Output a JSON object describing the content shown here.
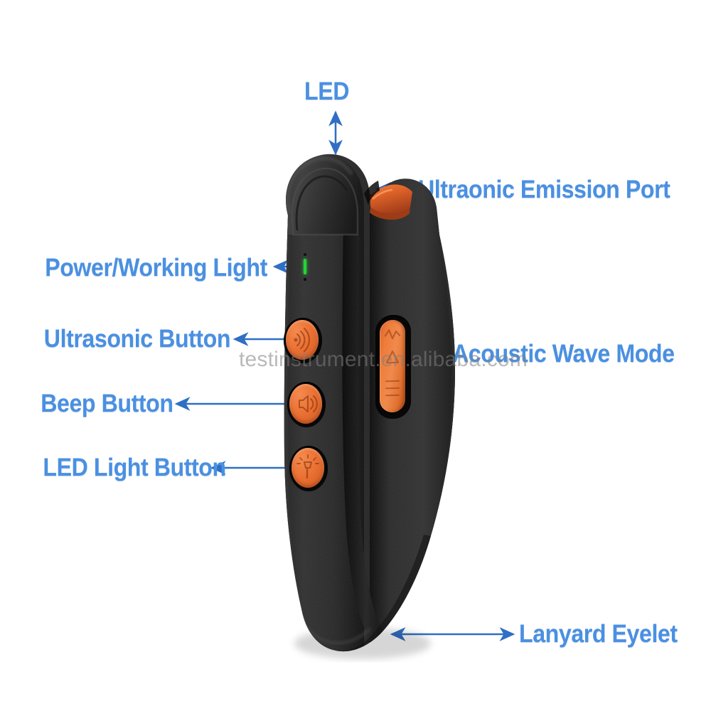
{
  "diagram": {
    "title": "Ultrasonic handheld device annotated parts diagram",
    "accent_color": "#4a90e2",
    "arrow_color": "#2f6fc4",
    "body_color": "#1c1c1c",
    "port_color": "#e2662a",
    "led_color": "#25d435"
  },
  "watermark": {
    "text": "testinstrument.en.alibaba.com",
    "color": "#808080"
  },
  "callouts": [
    {
      "id": "led",
      "label": "LED",
      "position": "top",
      "arrow": "double-vertical",
      "points_to": "led-dome-top"
    },
    {
      "id": "ultrasonic-emission-port",
      "label": "Ultraonic Emission Port",
      "position": "right",
      "arrow": "double-horizontal",
      "points_to": "emission-port"
    },
    {
      "id": "power-working-light",
      "label": "Power/Working Light",
      "position": "left",
      "arrow": "double-horizontal",
      "points_to": "power-led-indicator"
    },
    {
      "id": "ultrasonic-button",
      "label": "Ultrasonic Button",
      "position": "left",
      "arrow": "double-horizontal",
      "points_to": "button-ultrasonic"
    },
    {
      "id": "acoustic-wave-mode",
      "label": "Acoustic Wave Mode",
      "position": "right",
      "arrow": "double-horizontal",
      "points_to": "side-rocker-switch"
    },
    {
      "id": "beep-button",
      "label": "Beep Button",
      "position": "left",
      "arrow": "double-horizontal",
      "points_to": "button-beep"
    },
    {
      "id": "led-light-button",
      "label": "LED Light Button",
      "position": "left",
      "arrow": "double-horizontal",
      "points_to": "button-led-light"
    },
    {
      "id": "lanyard-eyelet",
      "label": "Lanyard Eyelet",
      "position": "bottom-right",
      "arrow": "double-horizontal",
      "points_to": "device-bottom-edge"
    }
  ],
  "device": {
    "name": "ultrasonic-dog-repeller",
    "buttons": [
      {
        "id": "button-ultrasonic",
        "icon": "ultrasonic-waves-icon",
        "color": "#ea7133"
      },
      {
        "id": "button-beep",
        "icon": "speaker-sound-icon",
        "color": "#ea7133"
      },
      {
        "id": "button-led-light",
        "icon": "flashlight-icon",
        "color": "#ea7133"
      }
    ],
    "side_control": {
      "id": "side-rocker-switch",
      "icon": "wave-updown-icon",
      "color": "#ef7c3a"
    },
    "indicator": {
      "id": "power-led-indicator",
      "color": "#25d435"
    },
    "emission_port": {
      "id": "emission-port",
      "color": "#e2662a"
    }
  }
}
